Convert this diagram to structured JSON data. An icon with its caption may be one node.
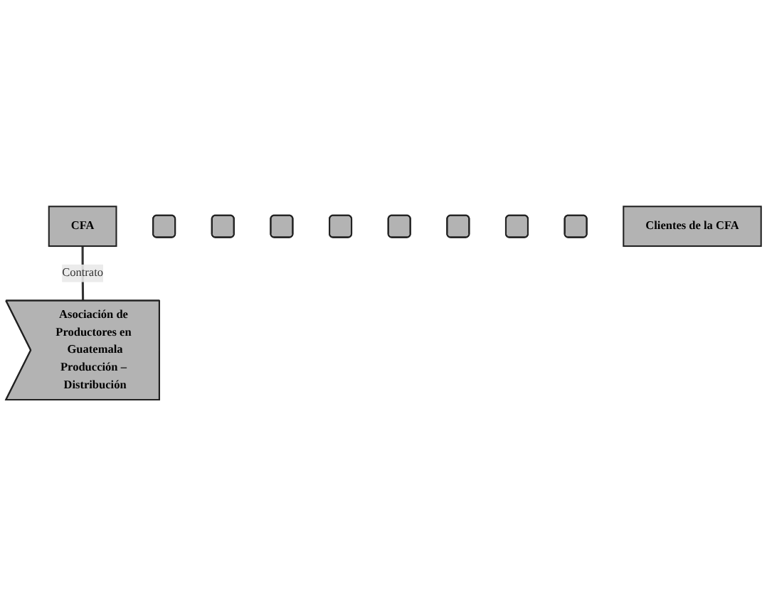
{
  "diagram": {
    "nodes": [
      {
        "text": [
          "CFA"
        ]
      },
      {
        "text": [
          "Asociación de Productores en Guatemala",
          "Producción – Distribución"
        ]
      },
      {
        "text": [],
        "shape": "box"
      },
      {
        "text": [],
        "shape": "box"
      },
      {
        "text": [],
        "shape": "box"
      },
      {
        "text": [],
        "shape": "box"
      },
      {
        "text": [],
        "shape": "box"
      },
      {
        "text": [],
        "shape": "box"
      },
      {
        "text": [],
        "shape": "box"
      },
      {
        "text": [],
        "shape": "box"
      },
      {
        "text": [
          "Clientes de la CFA"
        ]
      }
    ],
    "edges": [
      {
        "from": 0,
        "to": 1,
        "label": "Contrato",
        "arrow": "none"
      }
    ]
  }
}
